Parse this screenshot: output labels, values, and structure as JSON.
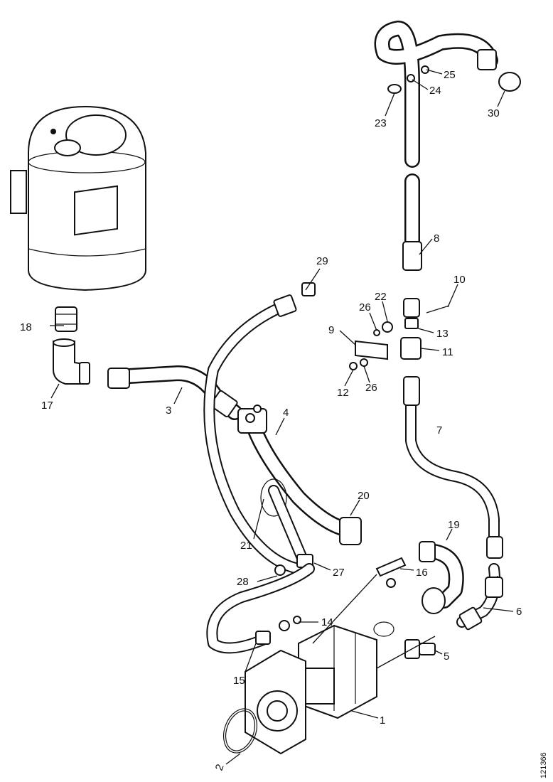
{
  "diagram": {
    "reference": "121366",
    "callouts": [
      "1",
      "2",
      "3",
      "4",
      "5",
      "6",
      "7",
      "8",
      "9",
      "10",
      "11",
      "12",
      "13",
      "14",
      "15",
      "16",
      "17",
      "18",
      "19",
      "20",
      "21",
      "22",
      "23",
      "24",
      "25",
      "26",
      "27",
      "28",
      "29",
      "30"
    ]
  }
}
